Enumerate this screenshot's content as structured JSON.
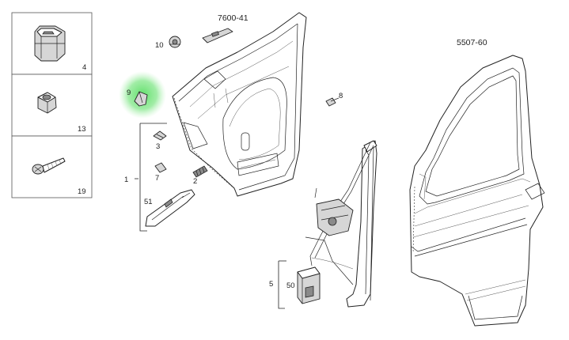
{
  "references": {
    "door_trim": "7600-41",
    "door_shell": "5507-60"
  },
  "sidebar_labels": [
    "4",
    "13",
    "19"
  ],
  "callouts": {
    "p10": "10",
    "p9": "9",
    "p8": "8",
    "p3": "3",
    "p7": "7",
    "p2": "2",
    "p1": "1",
    "p51": "51",
    "p5": "5",
    "p50": "50"
  },
  "colors": {
    "highlight": "#4fdc5a",
    "line": "#222222"
  }
}
